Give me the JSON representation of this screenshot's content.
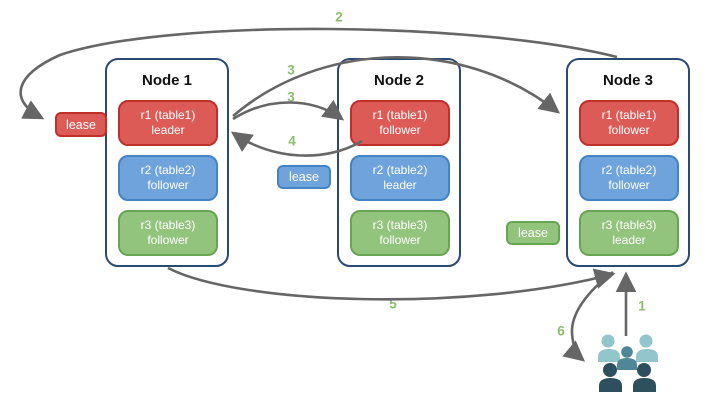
{
  "diagram": {
    "nodes": [
      {
        "title": "Node 1",
        "replicas": [
          {
            "range": "r1 (table1)",
            "role": "leader",
            "color": "red"
          },
          {
            "range": "r2 (table2)",
            "role": "follower",
            "color": "blue"
          },
          {
            "range": "r3 (table3)",
            "role": "follower",
            "color": "green"
          }
        ]
      },
      {
        "title": "Node 2",
        "replicas": [
          {
            "range": "r1 (table1)",
            "role": "follower",
            "color": "red"
          },
          {
            "range": "r2 (table2)",
            "role": "leader",
            "color": "blue"
          },
          {
            "range": "r3 (table3)",
            "role": "follower",
            "color": "green"
          }
        ]
      },
      {
        "title": "Node 3",
        "replicas": [
          {
            "range": "r1 (table1)",
            "role": "follower",
            "color": "red"
          },
          {
            "range": "r2 (table2)",
            "role": "follower",
            "color": "blue"
          },
          {
            "range": "r3 (table3)",
            "role": "leader",
            "color": "green"
          }
        ]
      }
    ],
    "leases": [
      {
        "label": "lease",
        "color": "red"
      },
      {
        "label": "lease",
        "color": "blue"
      },
      {
        "label": "lease",
        "color": "green"
      }
    ],
    "steps": {
      "s1": "1",
      "s2": "2",
      "s3_long": "3",
      "s3_short": "3",
      "s4": "4",
      "s5": "5",
      "s6": "6"
    },
    "icons": {
      "users": "users-group-icon"
    },
    "colors": {
      "replica_red": "#dc5b57",
      "replica_red_border": "#c12f2a",
      "replica_blue": "#6fa3dc",
      "replica_blue_border": "#4484c4",
      "replica_green": "#93c47d",
      "replica_green_border": "#68a552",
      "node_border": "#2a4a73",
      "arrow": "#666666",
      "step_label": "#8cbd6c",
      "users_light": "#92c5cc",
      "users_mid": "#4f8796",
      "users_dark": "#2e4f5e"
    }
  }
}
